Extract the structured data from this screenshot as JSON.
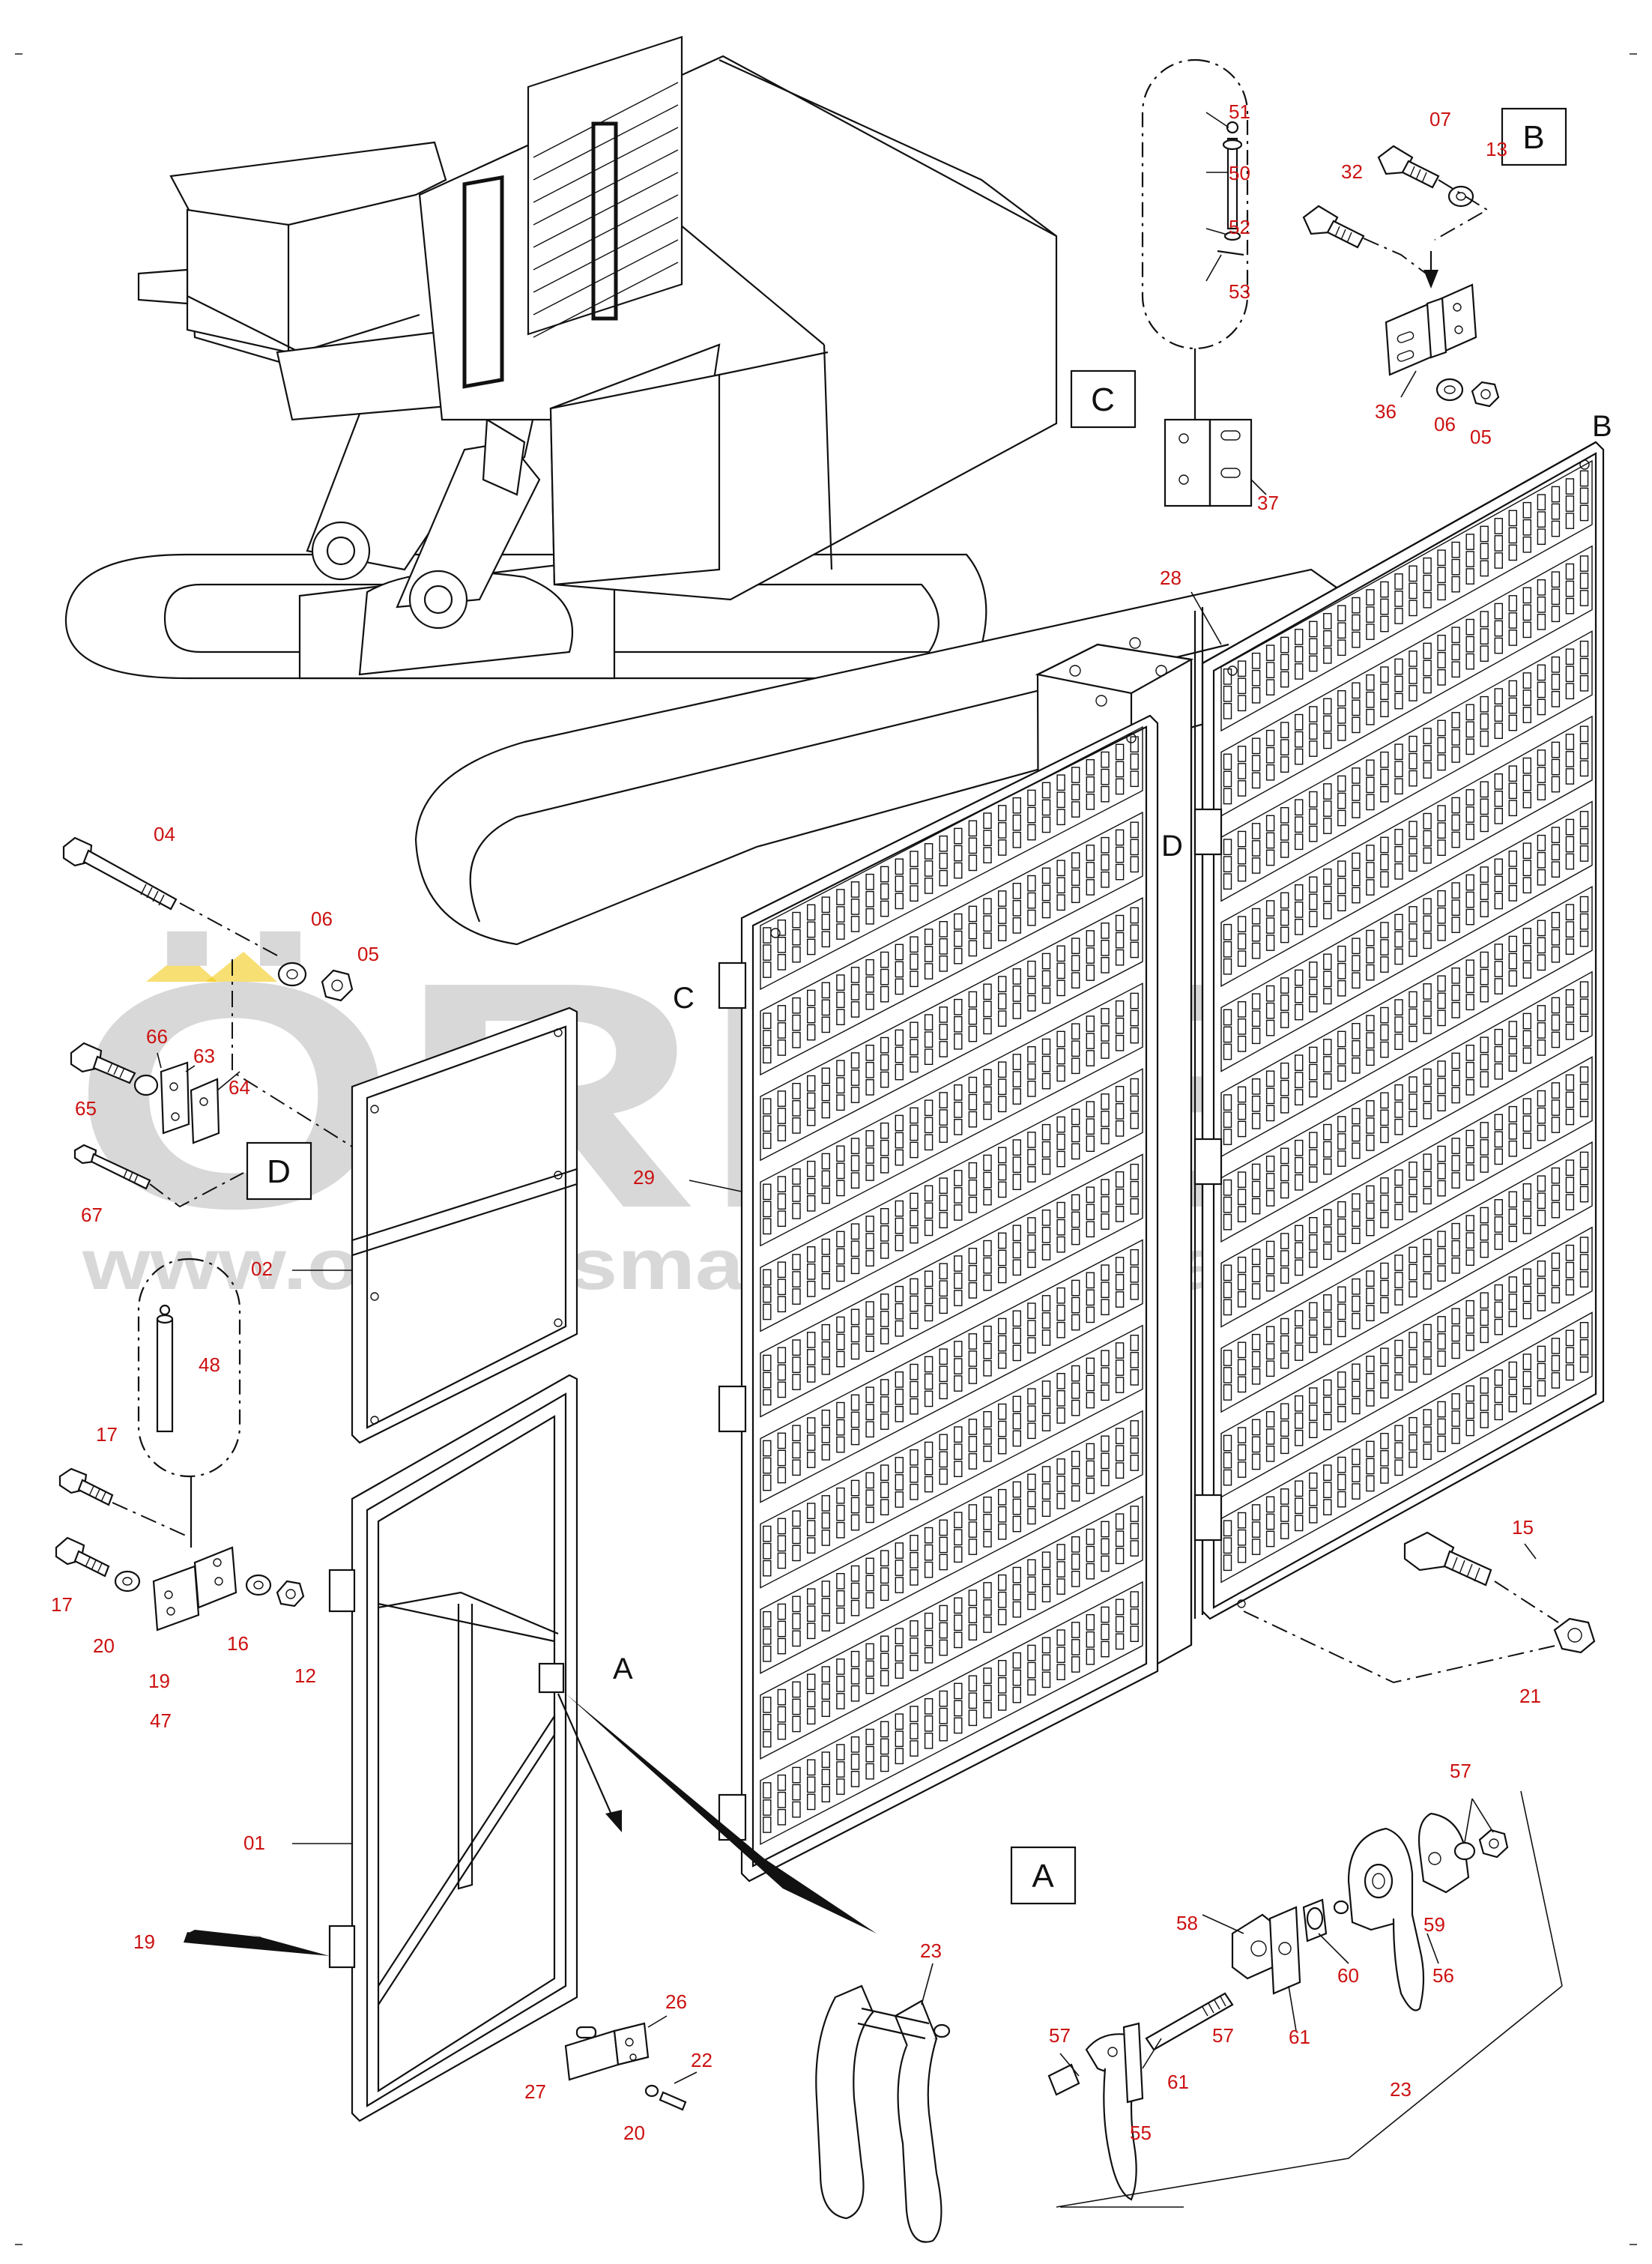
{
  "labels": {
    "p01": "01",
    "p02": "02",
    "p04": "04",
    "p05": "05",
    "p05b": "05",
    "p06": "06",
    "p06b": "06",
    "p07": "07",
    "p12": "12",
    "p13": "13",
    "p15": "15",
    "p16": "16",
    "p17": "17",
    "p17b": "17",
    "p19": "19",
    "p19b": "19",
    "p20": "20",
    "p20b": "20",
    "p21": "21",
    "p22": "22",
    "p23": "23",
    "p23b": "23",
    "p26": "26",
    "p27": "27",
    "p28": "28",
    "p29": "29",
    "p32": "32",
    "p36": "36",
    "p37": "37",
    "p47": "47",
    "p48": "48",
    "p50": "50",
    "p51": "51",
    "p52": "52",
    "p53": "53",
    "p55": "55",
    "p56": "56",
    "p57": "57",
    "p57b": "57",
    "p57c": "57",
    "p58": "58",
    "p59": "59",
    "p60": "60",
    "p61": "61",
    "p61b": "61",
    "p63": "63",
    "p64": "64",
    "p65": "65",
    "p66": "66",
    "p67": "67"
  },
  "boxes": {
    "A": "A",
    "B": "B",
    "C": "C",
    "D": "D"
  },
  "letters": {
    "A": "A",
    "B": "B",
    "C": "C",
    "D": "D"
  },
  "watermark": {
    "brand": "ÖRNEK",
    "url": "www.ornekismakinaparcalari.com.tr"
  },
  "colors": {
    "callout": "#cc1111",
    "ink": "#111111",
    "watermark": "#d8d8d8",
    "logo_accent": "#f2c400"
  }
}
